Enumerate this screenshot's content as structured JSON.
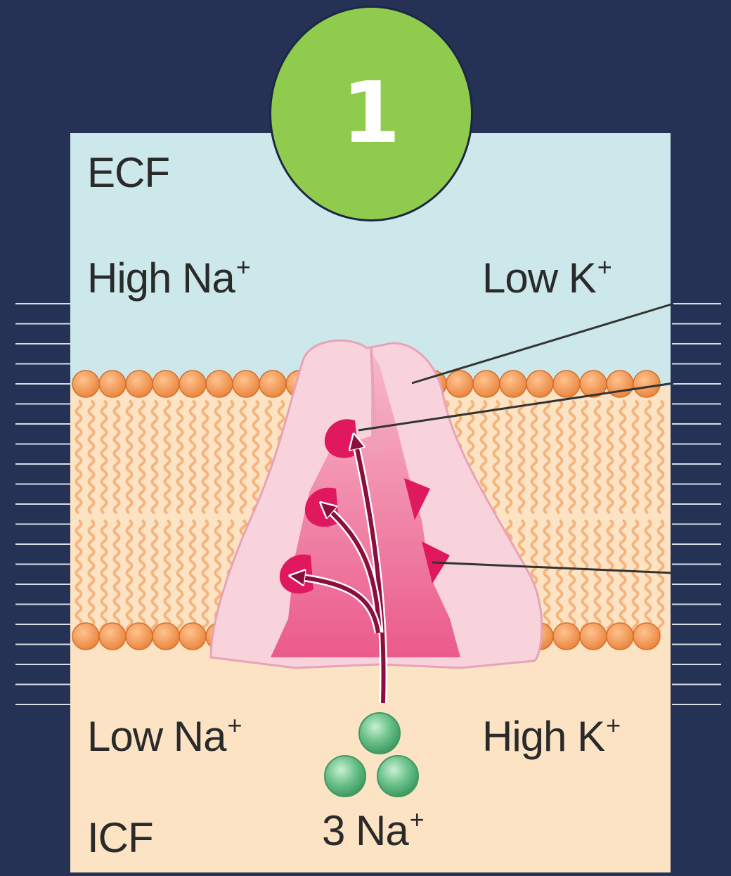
{
  "diagram": {
    "ecf_label": "ECF",
    "icf_label": "ICF",
    "ecf_left": {
      "text": "High Na",
      "sup": "+"
    },
    "ecf_right": {
      "text": "Low K",
      "sup": "+"
    },
    "icf_left": {
      "text": "Low Na",
      "sup": "+"
    },
    "icf_right": {
      "text": "High K",
      "sup": "+"
    },
    "ion_label": {
      "text": "3 Na",
      "sup": "+"
    },
    "step_number": "1"
  },
  "colors": {
    "background": "#253255",
    "ecf_fill": "#cde8ea",
    "icf_fill": "#fbe3c4",
    "phospholipid_head": "#f0924a",
    "lipid_tail": "#f5b47e",
    "protein_fill": "#f8d3dc",
    "protein_core": "#e8457c",
    "binding_site": "#e0185e",
    "ion": "#6cc28a",
    "badge": "#8fcc4d"
  }
}
